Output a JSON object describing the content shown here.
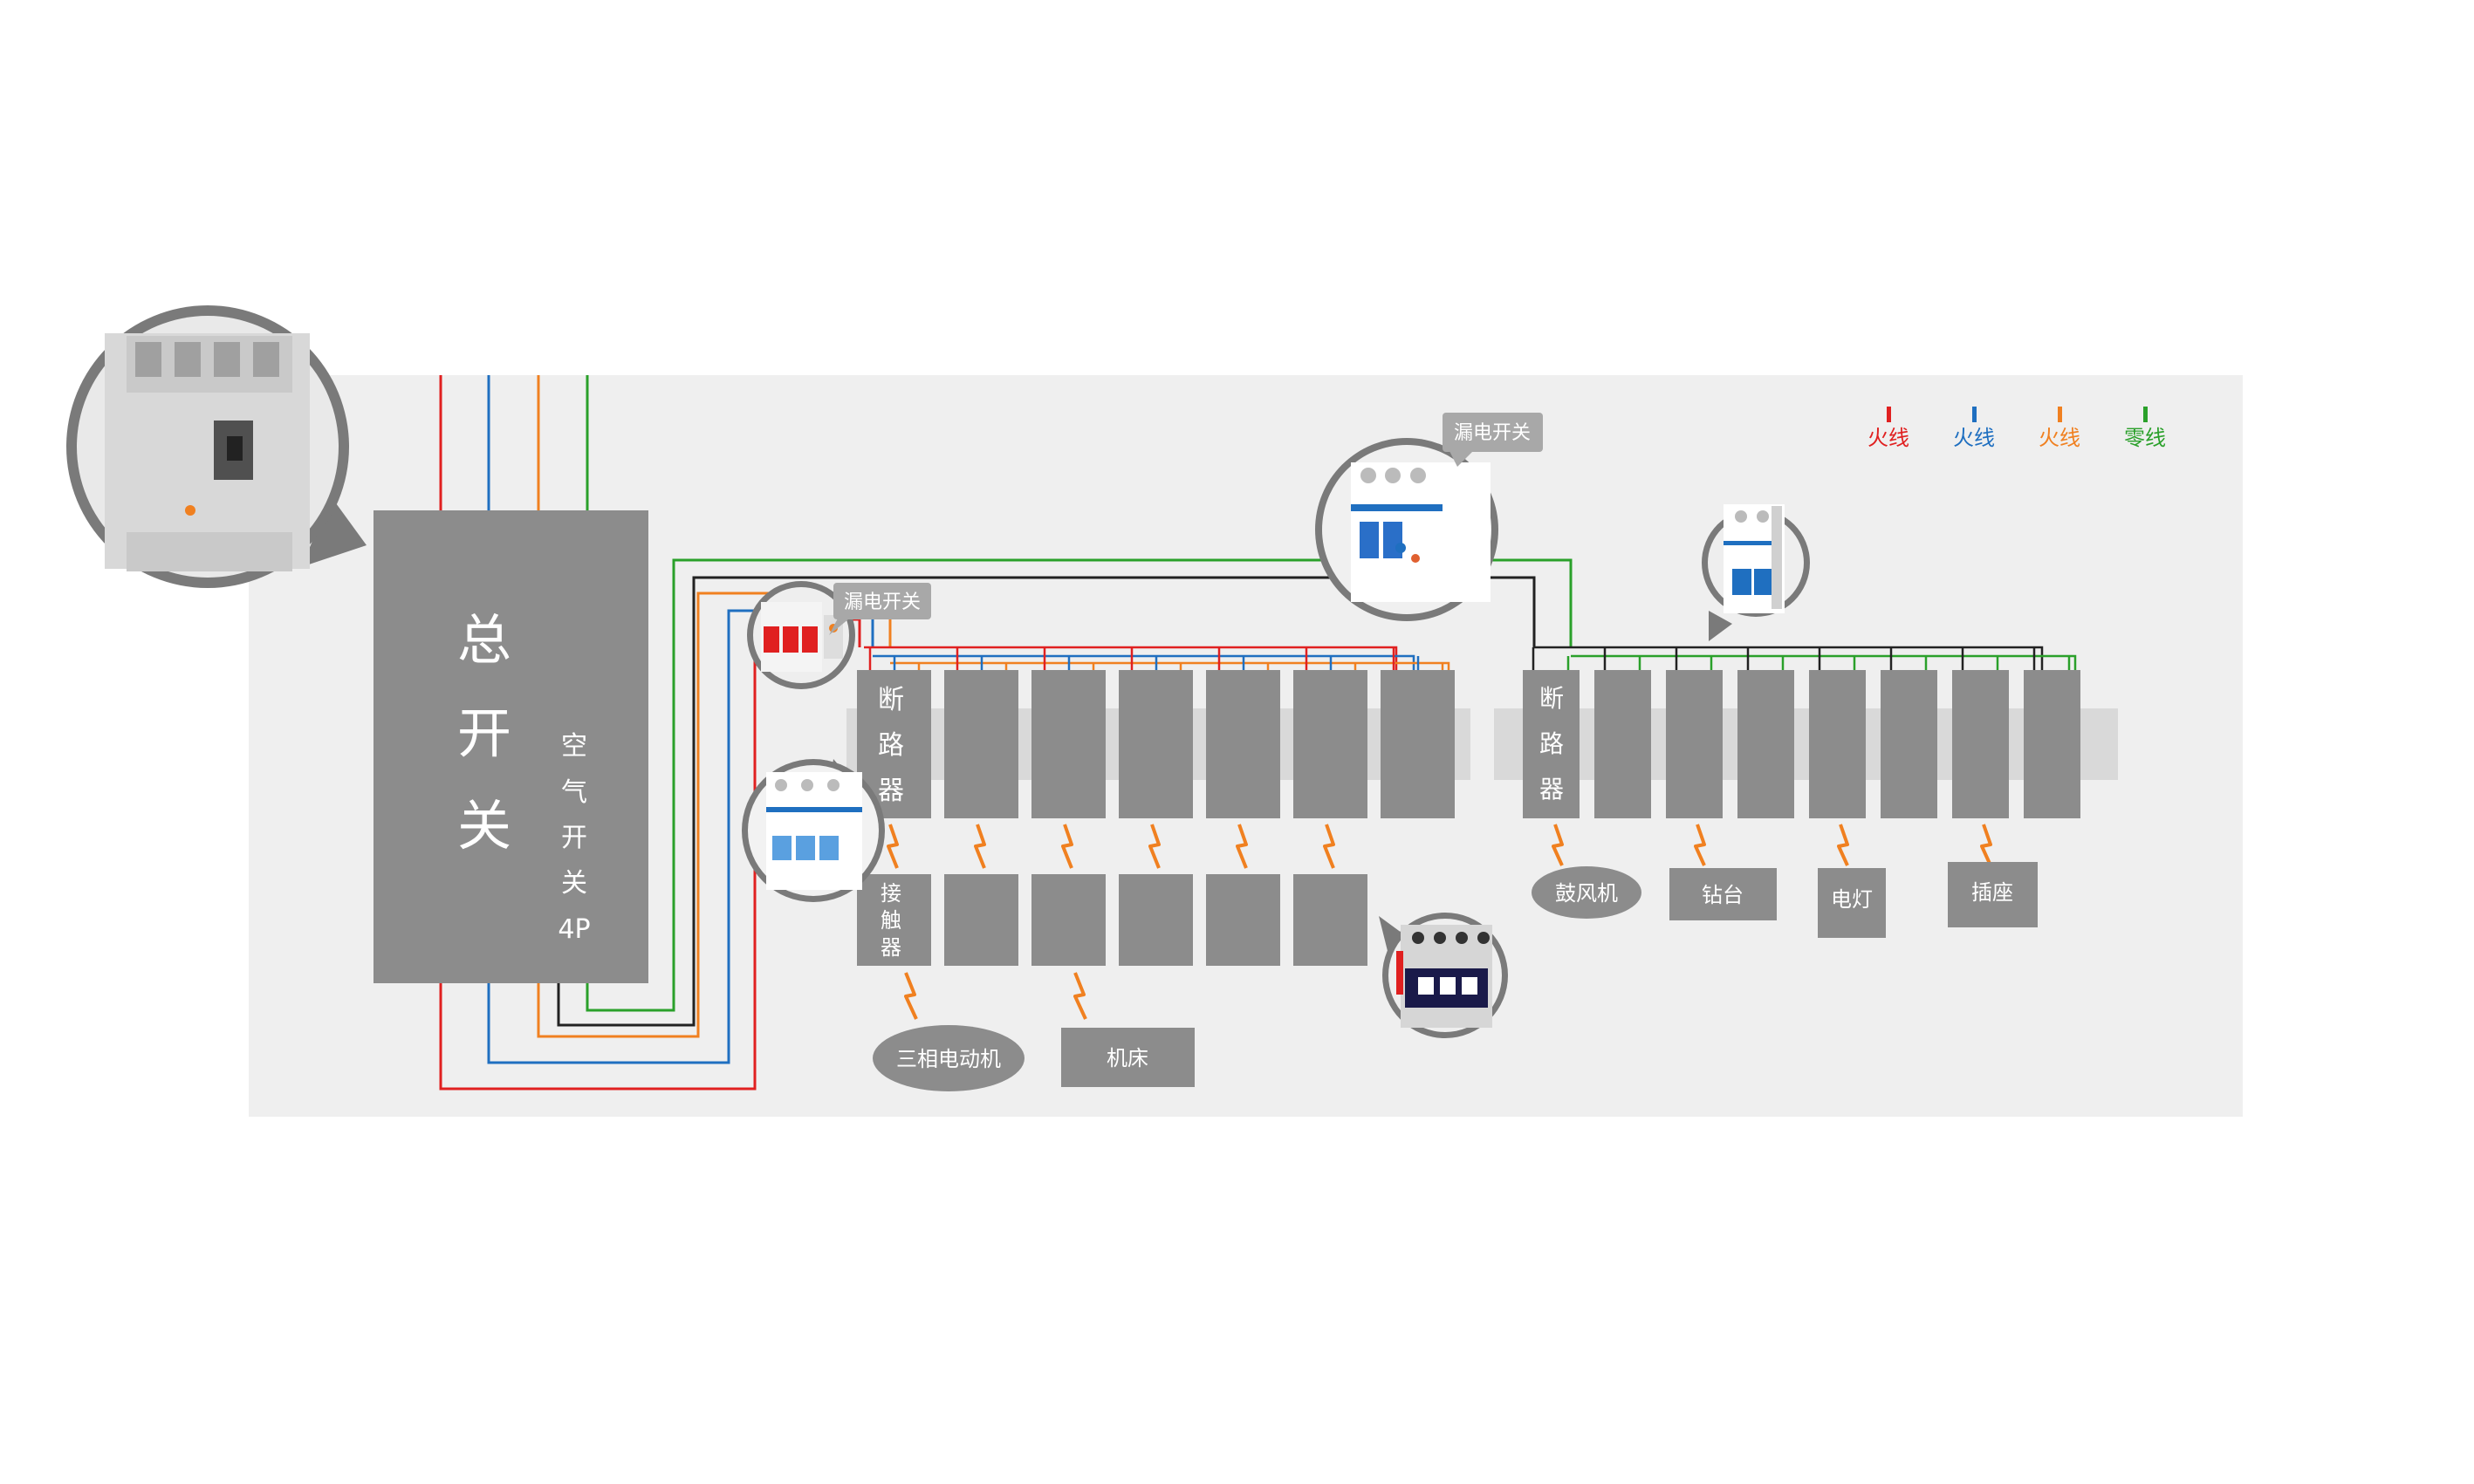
{
  "main_switch": {
    "title_chars": [
      "总",
      "开",
      "关"
    ],
    "sub_chars": [
      "空",
      "气",
      "开",
      "关",
      "4P"
    ]
  },
  "legend": [
    {
      "label": "火线",
      "color": "#e02020"
    },
    {
      "label": "火线",
      "color": "#1f6fc0"
    },
    {
      "label": "火线",
      "color": "#f08020"
    },
    {
      "label": "零线",
      "color": "#2aa02a"
    }
  ],
  "callouts": {
    "rcd_left": "漏电开关",
    "rcd_top": "漏电开关"
  },
  "three_phase": {
    "breaker_chars": [
      "断",
      "路",
      "器"
    ],
    "contactor_chars": [
      "接",
      "触",
      "器"
    ],
    "loads": [
      "三相电动机",
      "机床"
    ]
  },
  "single_phase": {
    "breaker_chars": [
      "断",
      "路",
      "器"
    ],
    "loads": [
      "鼓风机",
      "钻台",
      "电灯",
      "插座"
    ]
  },
  "colors": {
    "panel_bg": "#efefef",
    "module": "#8c8c8c",
    "rail": "#d9d9d9",
    "spark": "#f08020",
    "neutral_black": "#222222"
  }
}
